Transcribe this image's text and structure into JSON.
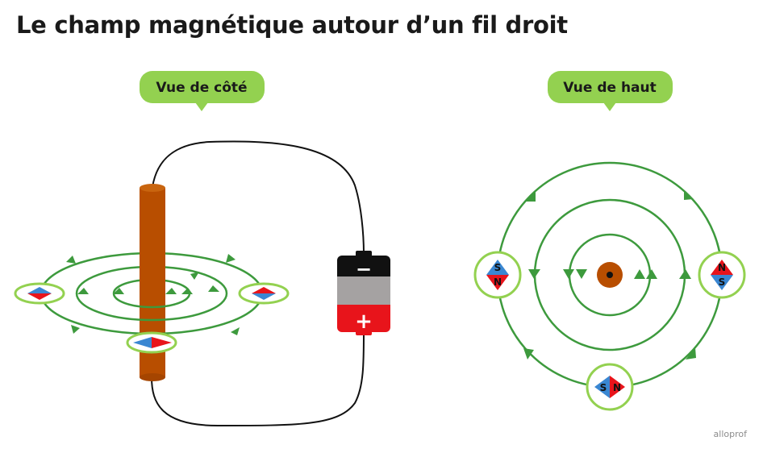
{
  "title": "Le champ magnétique autour d’un fil droit",
  "views": {
    "side": {
      "label": "Vue de côté"
    },
    "top": {
      "label": "Vue de haut"
    }
  },
  "battery": {
    "negative": "−",
    "positive": "+"
  },
  "compass_poles": {
    "south": "S",
    "north": "N"
  },
  "brand": "alloprof",
  "colors": {
    "field_line": "#3d9a3d",
    "bubble": "#93d150",
    "wire": "#b84e00",
    "north": "#e8141b",
    "south": "#3a87d2",
    "battery_top": "#111111",
    "battery_mid": "#a5a2a2",
    "battery_bottom": "#e8141b"
  }
}
